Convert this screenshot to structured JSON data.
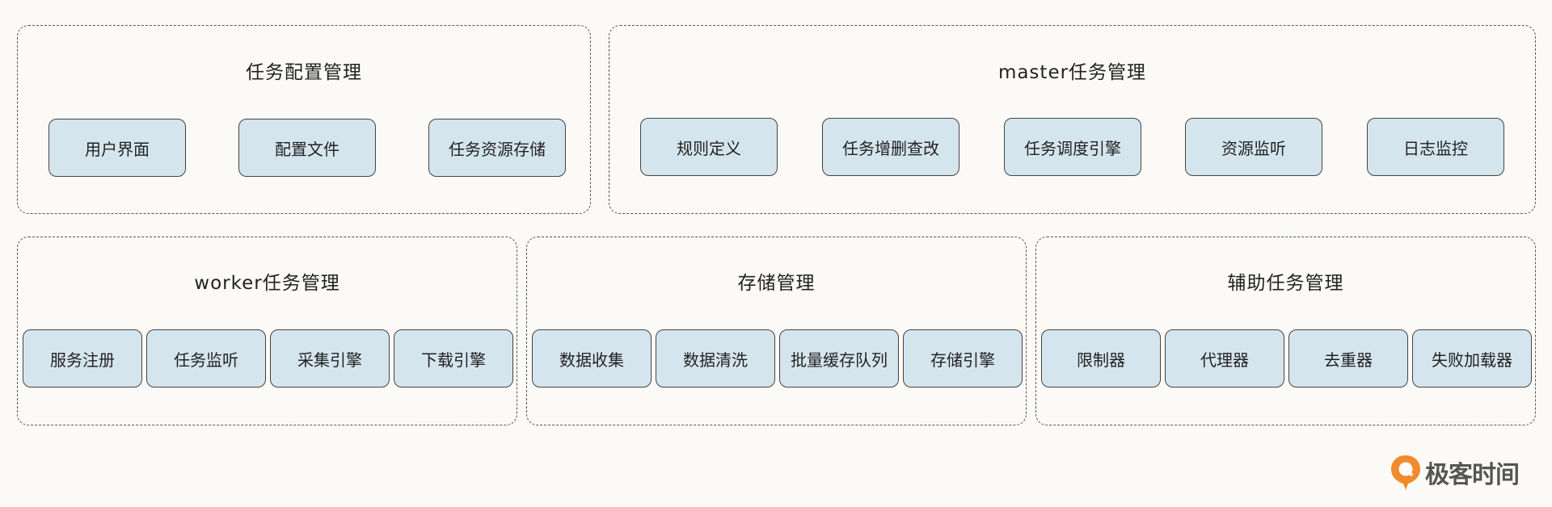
{
  "groups": [
    {
      "title": "任务配置管理",
      "items": [
        "用户界面",
        "配置文件",
        "任务资源存储"
      ]
    },
    {
      "title": "master任务管理",
      "items": [
        "规则定义",
        "任务增删查改",
        "任务调度引擎",
        "资源监听",
        "日志监控"
      ]
    },
    {
      "title": "worker任务管理",
      "items": [
        "服务注册",
        "任务监听",
        "采集引擎",
        "下载引擎"
      ]
    },
    {
      "title": "存储管理",
      "items": [
        "数据收集",
        "数据清洗",
        "批量缓存队列",
        "存储引擎"
      ]
    },
    {
      "title": "辅助任务管理",
      "items": [
        "限制器",
        "代理器",
        "去重器",
        "失败加载器"
      ]
    }
  ],
  "brand": {
    "name": "极客时间",
    "accent": "#f08a2c"
  },
  "colors": {
    "box_fill": "#d5e5ee",
    "background": "#fbfaf6"
  }
}
